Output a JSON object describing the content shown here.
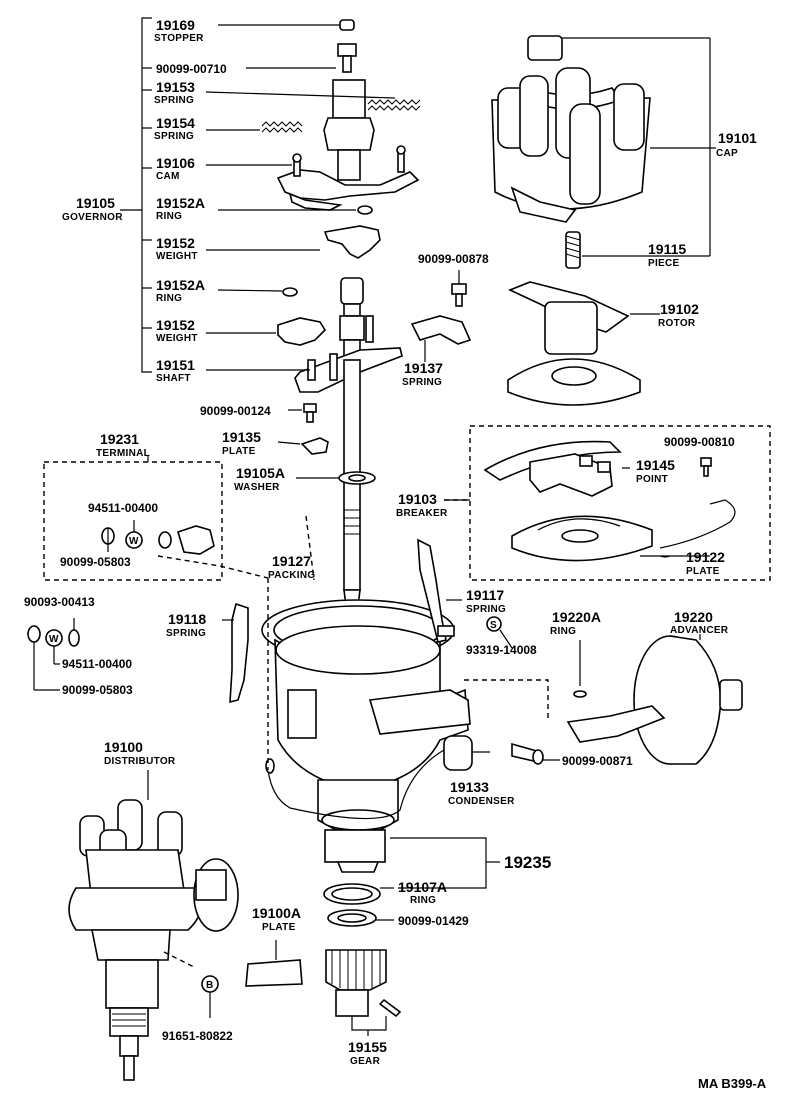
{
  "diagram_code": "MA B399-A",
  "labels": {
    "stopper": {
      "no": "19169",
      "name": "STOPPER"
    },
    "bolt_00710": {
      "no": "90099-00710"
    },
    "spring_19153": {
      "no": "19153",
      "name": "SPRING"
    },
    "spring_19154": {
      "no": "19154",
      "name": "SPRING"
    },
    "cam": {
      "no": "19106",
      "name": "CAM"
    },
    "governor": {
      "no": "19105",
      "name": "GOVERNOR"
    },
    "ring_1": {
      "no": "19152A",
      "name": "RING"
    },
    "weight_1": {
      "no": "19152",
      "name": "WEIGHT"
    },
    "ring_2": {
      "no": "19152A",
      "name": "RING"
    },
    "weight_2": {
      "no": "19152",
      "name": "WEIGHT"
    },
    "shaft": {
      "no": "19151",
      "name": "SHAFT"
    },
    "cap": {
      "no": "19101",
      "name": "CAP"
    },
    "piece": {
      "no": "19115",
      "name": "PIECE"
    },
    "bolt_00878": {
      "no": "90099-00878"
    },
    "rotor": {
      "no": "19102",
      "name": "ROTOR"
    },
    "spring_19137": {
      "no": "19137",
      "name": "SPRING"
    },
    "screw_00124": {
      "no": "90099-00124"
    },
    "plate_19135": {
      "no": "19135",
      "name": "PLATE"
    },
    "washer": {
      "no": "19105A",
      "name": "WASHER"
    },
    "terminal": {
      "no": "19231",
      "name": "TERMINAL"
    },
    "washer_94511_a": {
      "no": "94511-00400"
    },
    "nut_05803_a": {
      "no": "90099-05803"
    },
    "breaker": {
      "no": "19103",
      "name": "BREAKER"
    },
    "screw_00810": {
      "no": "90099-00810"
    },
    "point": {
      "no": "19145",
      "name": "POINT"
    },
    "plate_19122": {
      "no": "19122",
      "name": "PLATE"
    },
    "packing": {
      "no": "19127",
      "name": "PACKING"
    },
    "screw_00413": {
      "no": "90093-00413"
    },
    "spring_19118": {
      "no": "19118",
      "name": "SPRING"
    },
    "spring_19117": {
      "no": "19117",
      "name": "SPRING"
    },
    "screw_14008": {
      "no": "93319-14008"
    },
    "washer_94511_b": {
      "no": "94511-00400"
    },
    "nut_05803_b": {
      "no": "90099-05803"
    },
    "ring_19220a": {
      "no": "19220A",
      "name": "RING"
    },
    "advancer": {
      "no": "19220",
      "name": "ADVANCER"
    },
    "distributor": {
      "no": "19100",
      "name": "DISTRIBUTOR"
    },
    "bolt_00871": {
      "no": "90099-00871"
    },
    "condenser": {
      "no": "19133",
      "name": "CONDENSER"
    },
    "housing": {
      "no": "19235"
    },
    "ring_19107a": {
      "no": "19107A",
      "name": "RING"
    },
    "washer_01429": {
      "no": "90099-01429"
    },
    "plate_19100a": {
      "no": "19100A",
      "name": "PLATE"
    },
    "bolt_80822": {
      "no": "91651-80822"
    },
    "gear": {
      "no": "19155",
      "name": "GEAR"
    }
  },
  "symbols": {
    "w1": "W",
    "w2": "W",
    "s": "S",
    "b": "B"
  }
}
